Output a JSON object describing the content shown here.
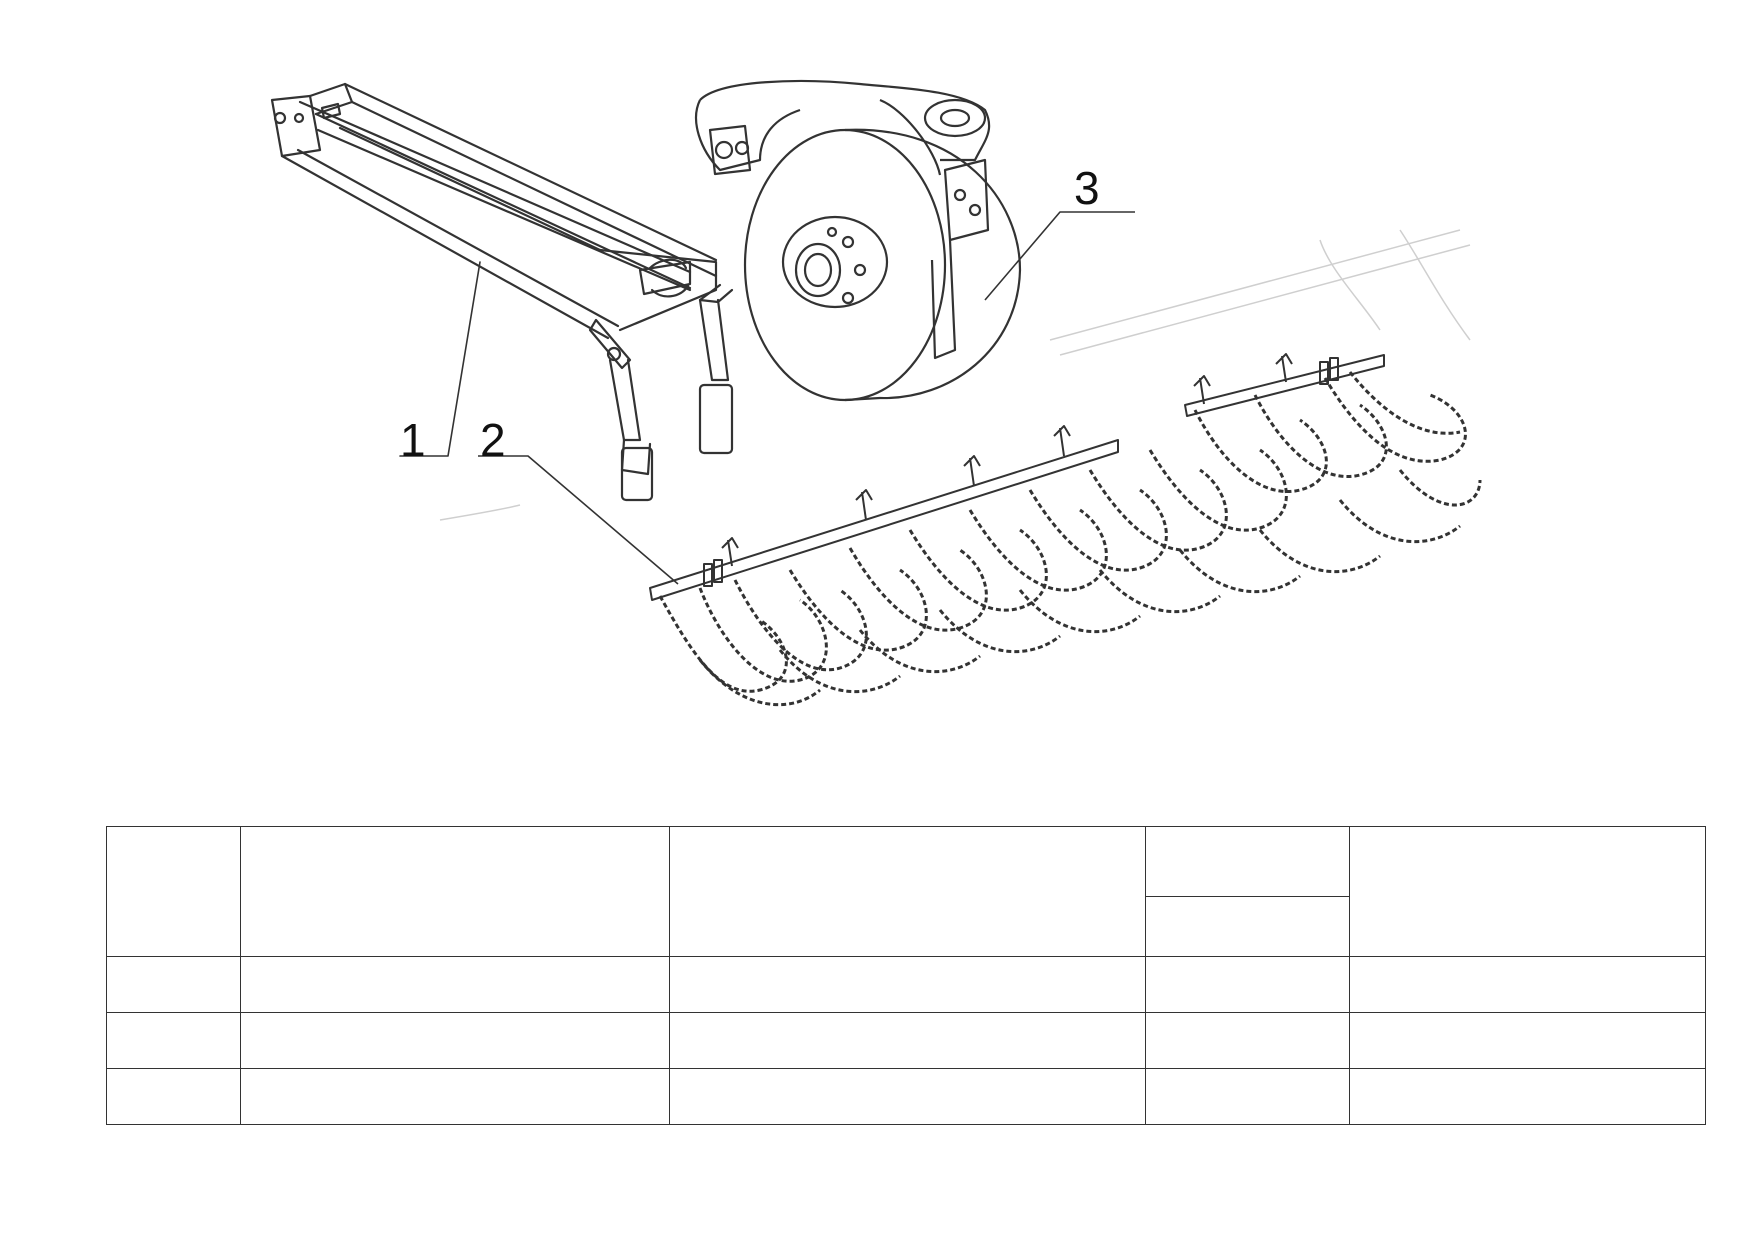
{
  "drawing": {
    "callouts": [
      {
        "label": "1",
        "part": "frame-arm"
      },
      {
        "label": "2",
        "part": "chain-harrow"
      },
      {
        "label": "3",
        "part": "disc-opener"
      }
    ]
  },
  "table": {
    "header": {
      "no": "",
      "name": "",
      "designation": "",
      "qty_top": "",
      "qty_bottom": "",
      "note": ""
    },
    "rows": [
      {
        "no": "",
        "name": "",
        "designation": "",
        "qty": "",
        "note": ""
      },
      {
        "no": "",
        "name": "",
        "designation": "",
        "qty": "",
        "note": ""
      },
      {
        "no": "",
        "name": "",
        "designation": "",
        "qty": "",
        "note": ""
      }
    ]
  }
}
